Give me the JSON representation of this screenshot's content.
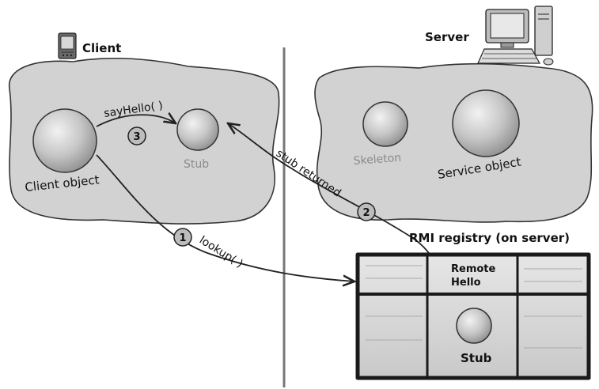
{
  "client": {
    "title": "Client",
    "client_object_label": "Client object",
    "stub_label": "Stub"
  },
  "server": {
    "title": "Server",
    "skeleton_label": "Skeleton",
    "service_object_label": "Service object"
  },
  "registry": {
    "title": "RMI registry (on server)",
    "entry_name_line1": "Remote",
    "entry_name_line2": "Hello",
    "stub_label": "Stub"
  },
  "steps": [
    {
      "number": "1",
      "label": "lookup( )"
    },
    {
      "number": "2",
      "label": "stub returned"
    },
    {
      "number": "3",
      "label": "sayHello( )"
    }
  ],
  "colors": {
    "cloud_fill": "#d2d2d2",
    "sphere_fill": "#c4c4c4",
    "registry_fill": "#d6d6d6",
    "line": "#222222",
    "divider": "#777777"
  }
}
